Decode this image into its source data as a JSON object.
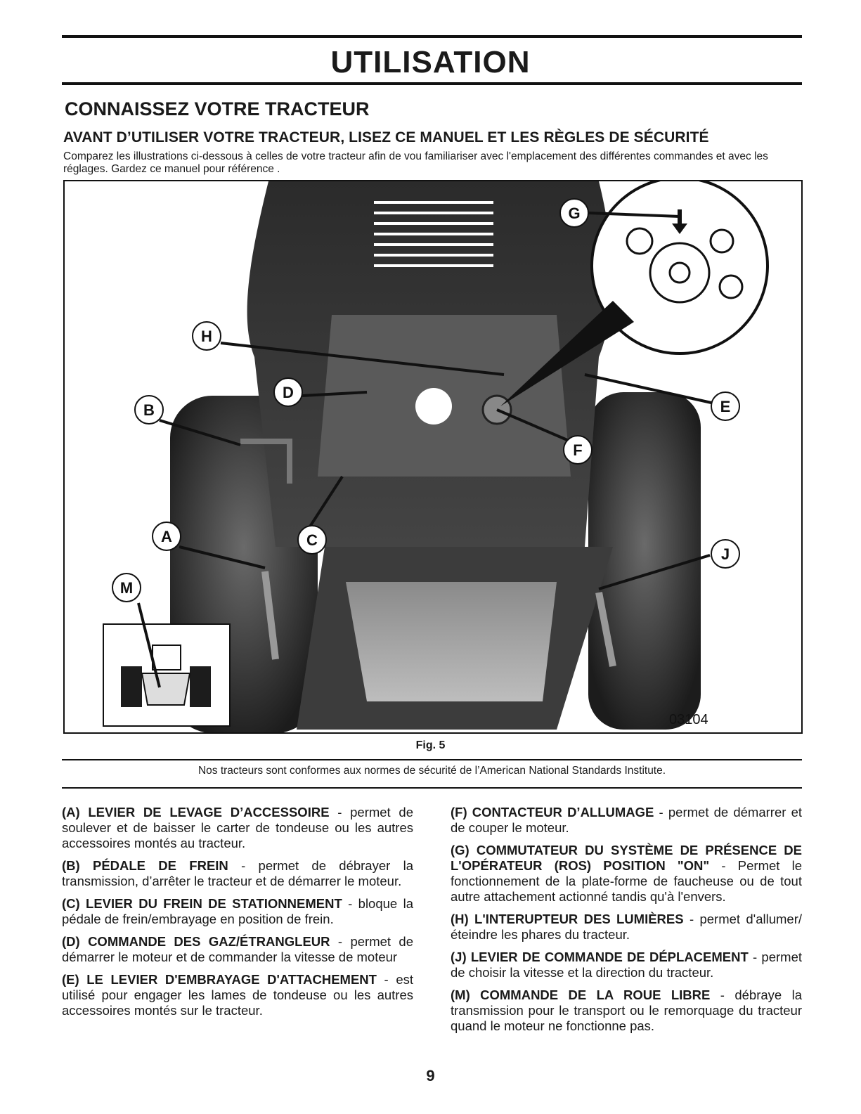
{
  "page_title": "UTILISATION",
  "section_title": "CONNAISSEZ VOTRE TRACTEUR",
  "subsection_title": "AVANT D’UTILISER VOTRE TRACTEUR, LISEZ CE MANUEL ET LES RÈGLES DE SÉCURITÉ",
  "intro": "Comparez les illustrations ci-dessous à celles de votre tracteur afin de vou familiariser avec l'emplacement des différentes commandes et avec les réglages. Gardez ce manuel pour référence .",
  "figure": {
    "callouts": [
      "G",
      "H",
      "D",
      "B",
      "E",
      "F",
      "A",
      "C",
      "J",
      "M"
    ],
    "code": "03104",
    "caption": "Fig. 5"
  },
  "standards_note": "Nos tracteurs sont conformes aux normes de sécurité de l’American National Standards Institute.",
  "left_items": [
    {
      "label": "(A) LEVIER DE LEVAGE D’ACCESSOIRE",
      "text": " - permet de soulever et de baisser le carter de tondeuse ou les autres accessoires montés au tracteur."
    },
    {
      "label": "(B) PÉDALE DE FREIN",
      "text": " - permet de débrayer la transmission, d’arrêter le tracteur et de démarrer le moteur."
    },
    {
      "label": "(C) LEVIER DU FREIN DE STATIONNEMENT",
      "text": " - bloque la pédale de frein/embrayage en position de frein."
    },
    {
      "label": "(D) COMMANDE DES GAZ/ÉTRANGLEUR",
      "text": " - permet de démarrer le moteur et de commander la vitesse de moteur"
    },
    {
      "label": "(E) LE LEVIER D'EMBRAYAGE D'ATTACHEMENT",
      "text": " - est utilisé pour engager les lames de tondeuse ou les autres accessoires montés sur le tracteur."
    }
  ],
  "right_items": [
    {
      "label": "(F) CONTACTEUR D’ALLUMAGE",
      "text": " - permet de démarrer et de couper le moteur."
    },
    {
      "label": "(G) COMMUTATEUR DU SYSTÈME DE PRÉSENCE DE L'OPÉRATEUR (ROS) POSITION \"ON\"",
      "text": " - Permet le fonctionnement de la plate-forme de faucheuse ou de tout autre attachement actionné tandis qu'à l'envers."
    },
    {
      "label": "(H) L'INTERUPTEUR DES LUMIÈRES",
      "text": " - permet d'allumer/ éteindre les phares du tracteur."
    },
    {
      "label": "(J) LEVIER DE COMMANDE DE DÉPLACEMENT",
      "text": " - permet de choisir la vitesse et la direction du tracteur."
    },
    {
      "label": "(M) COMMANDE DE LA ROUE LIBRE",
      "text": " - débraye la transmission pour le transport ou le remorquage du tracteur quand le moteur ne fonctionne pas."
    }
  ],
  "page_number": "9"
}
